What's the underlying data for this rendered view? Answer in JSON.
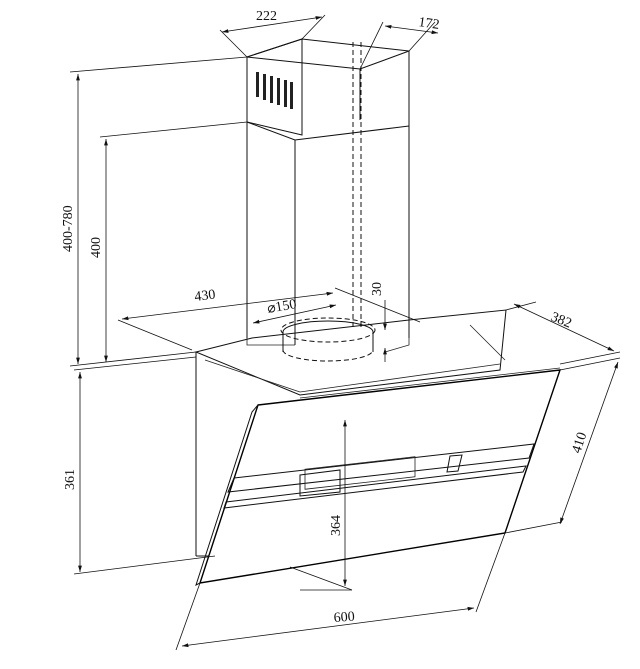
{
  "dimensions": {
    "chimney_width": "222",
    "chimney_depth": "172",
    "chimney_height_range": "400-780",
    "chimney_lower": "400",
    "plate_width": "430",
    "duct_diameter": "⌀150",
    "duct_offset": "30",
    "canopy_depth": "382",
    "wall_height": "361",
    "glass_height": "410",
    "inner_height": "364",
    "hood_width": "600"
  }
}
